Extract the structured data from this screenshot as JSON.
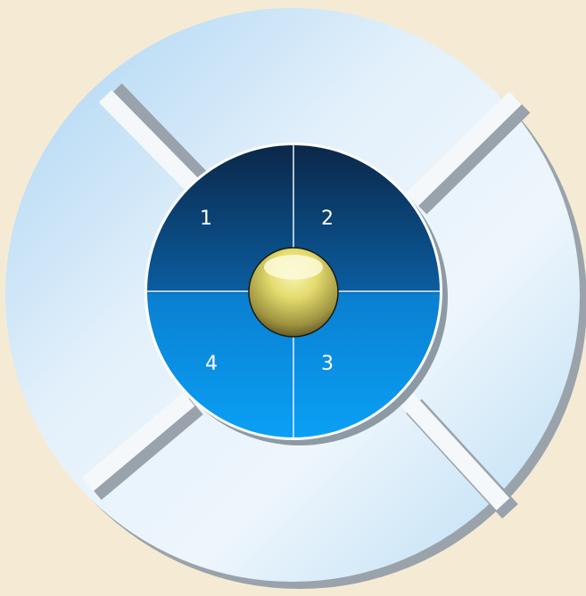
{
  "diagram": {
    "quadrant_labels": {
      "q1": "1",
      "q2": "2",
      "q3": "3",
      "q4": "4"
    },
    "colors": {
      "background": "#f5ebd4",
      "ring_light": "#eaf4fb",
      "ring_blue": "#b3d7f1",
      "inner_dark": "#0c2f5a",
      "inner_mid": "#0a63a8",
      "inner_light": "#0a9bf0",
      "knob_gold": "#e7df7a",
      "knob_dark": "#5a5325"
    }
  }
}
